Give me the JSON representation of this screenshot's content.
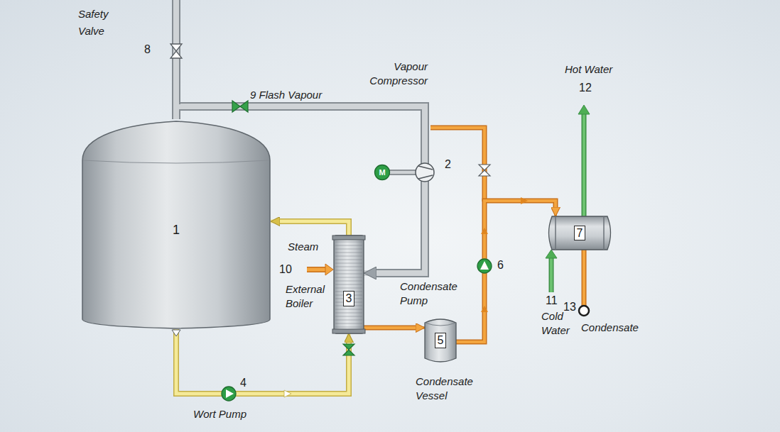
{
  "diagram": {
    "nodes": [
      {
        "text": [
          "1"
        ]
      },
      {
        "text": [
          "3"
        ]
      },
      {
        "text": [
          "5"
        ]
      },
      {
        "text": [
          "7"
        ]
      }
    ],
    "edges": [
      {
        "from": 0,
        "to": 1,
        "arrow": "to"
      },
      {
        "from": 1,
        "to": 0,
        "arrow": "to"
      },
      {
        "from": 0,
        "to": 1,
        "arrow": "to"
      },
      {
        "from": 1,
        "to": 2,
        "arrow": "to"
      },
      {
        "from": 2,
        "to": 3,
        "arrow": "to"
      }
    ],
    "labels": [
      "Safety Valve",
      "8",
      "9 Flash Vapour",
      "Vapour Compressor",
      "M",
      "2",
      "Hot Water",
      "12",
      "Steam",
      "10",
      "External Boiler",
      "Condensate Pump",
      "6",
      "11",
      "Cold Water",
      "13",
      "Condensate",
      "4",
      "Wort Pump",
      "Condensate Vessel"
    ]
  }
}
